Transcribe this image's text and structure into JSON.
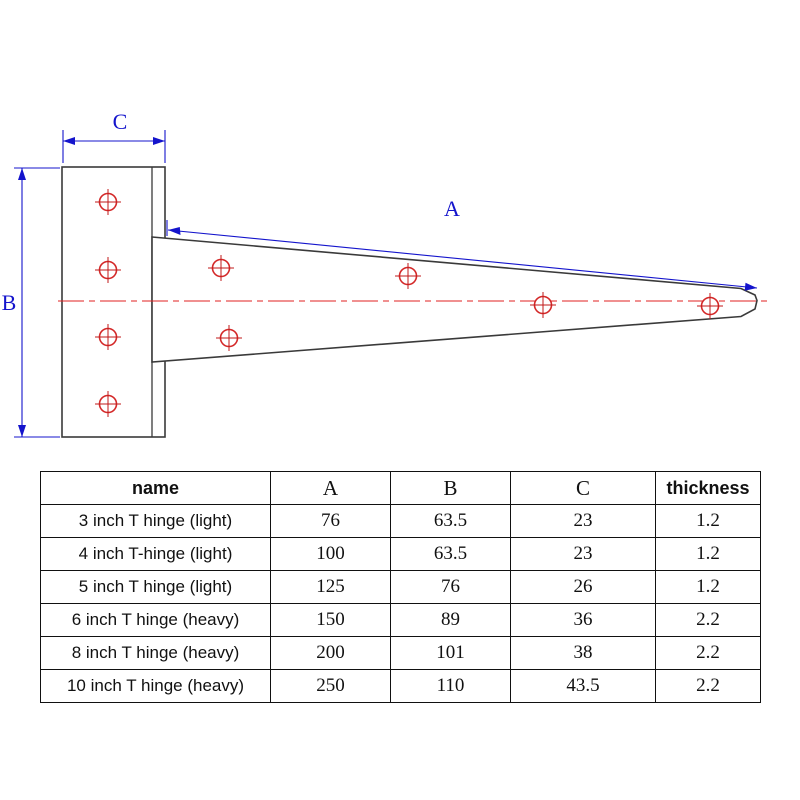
{
  "diagram": {
    "labels": {
      "a": "A",
      "b": "B",
      "c": "C"
    },
    "colors": {
      "dimension_blue": "#1414cc",
      "centerline_red": "#e02020",
      "hole_red": "#d42a2a",
      "outline_gray": "#3a3a3a"
    }
  },
  "table": {
    "headers": [
      "name",
      "A",
      "B",
      "C",
      "thickness"
    ],
    "rows": [
      [
        "3 inch T hinge (light)",
        "76",
        "63.5",
        "23",
        "1.2"
      ],
      [
        "4 inch T-hinge (light)",
        "100",
        "63.5",
        "23",
        "1.2"
      ],
      [
        "5 inch T hinge (light)",
        "125",
        "76",
        "26",
        "1.2"
      ],
      [
        "6 inch T hinge (heavy)",
        "150",
        "89",
        "36",
        "2.2"
      ],
      [
        "8 inch T hinge (heavy)",
        "200",
        "101",
        "38",
        "2.2"
      ],
      [
        "10 inch T hinge (heavy)",
        "250",
        "110",
        "43.5",
        "2.2"
      ]
    ]
  }
}
